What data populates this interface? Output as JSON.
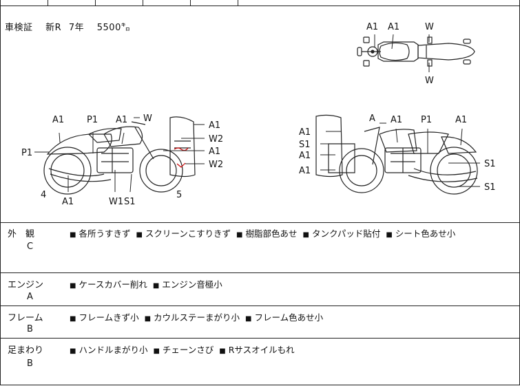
{
  "header_cells": [
    "",
    "",
    "",
    "",
    "",
    ""
  ],
  "registration": {
    "label": "車検証",
    "type": "新R",
    "years": "7年",
    "mileage": "5500㌔"
  },
  "top_view": {
    "labels": [
      "A1",
      "A1",
      "W",
      "W"
    ]
  },
  "left_view": {
    "labels": [
      "A1",
      "P1",
      "A1",
      "W",
      "A1",
      "W2",
      "A1",
      "W2",
      "P1",
      "4",
      "A1",
      "W1",
      "S1",
      "5"
    ]
  },
  "right_view": {
    "labels": [
      "A",
      "A1",
      "P1",
      "A1",
      "A1",
      "S1",
      "A1",
      "A1",
      "S1",
      "S1"
    ]
  },
  "inspection": [
    {
      "category": "外　観",
      "grade": "C",
      "remarks": [
        "各所うすきず",
        "スクリーンこすりきず",
        "樹脂部色あせ",
        "タンクパッド貼付",
        "シート色あせ小"
      ]
    },
    {
      "category": "エンジン",
      "grade": "A",
      "remarks": [
        "ケースカバー削れ",
        "エンジン音極小"
      ]
    },
    {
      "category": "フレーム",
      "grade": "B",
      "remarks": [
        "フレームきず小",
        "カウルステーまがり小",
        "フレーム色あせ小"
      ]
    },
    {
      "category": "足まわり",
      "grade": "B",
      "remarks": [
        "ハンドルまがり小",
        "チェーンさび",
        "Rサスオイルもれ"
      ]
    }
  ],
  "bullet": "■"
}
